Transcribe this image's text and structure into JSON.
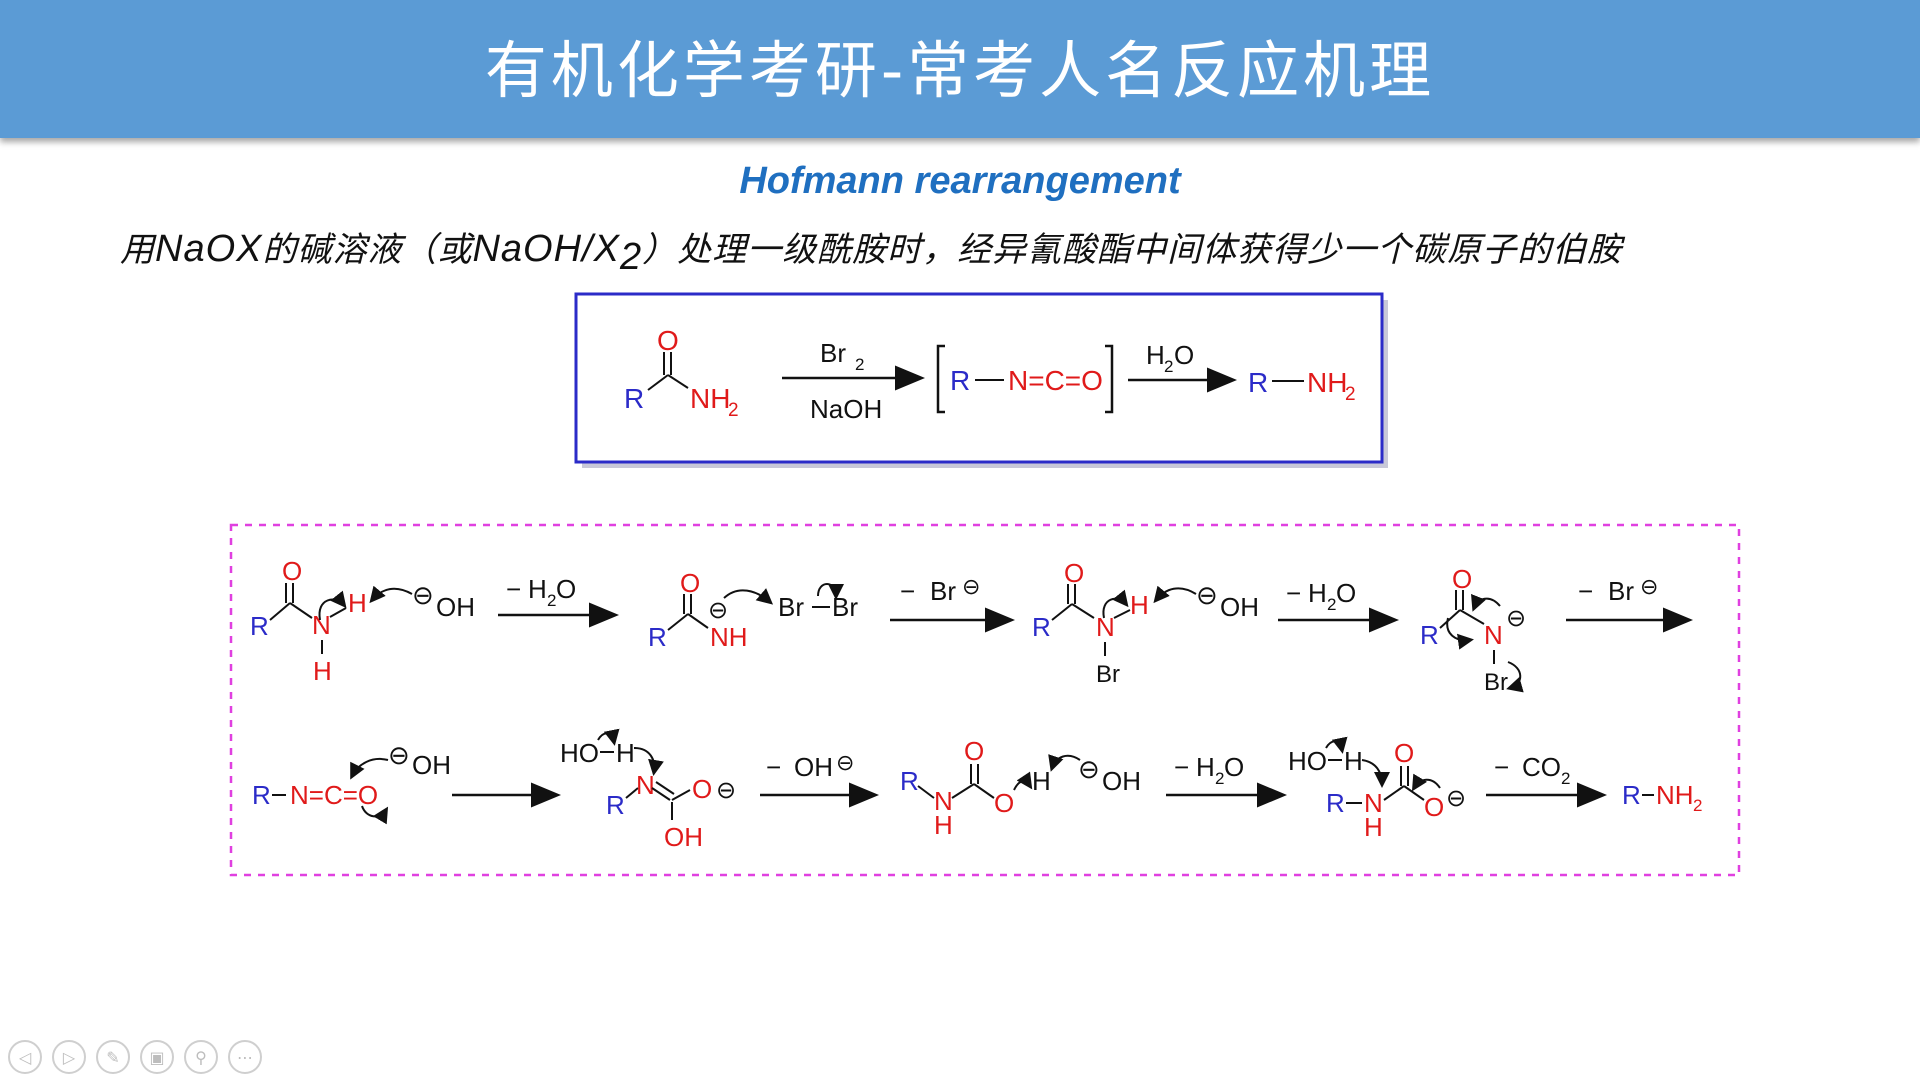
{
  "header": {
    "title": "有机化学考研-常考人名反应机理"
  },
  "subtitle": "Hofmann rearrangement",
  "description": {
    "p1": "用",
    "f1": "NaOX",
    "p2": "的碱溶液（或",
    "f2": "NaOH/X",
    "f2sub": "2",
    "p3": "）处理一级酰胺时，经异氰酸酯中间体获得少一个碳原子的伯胺"
  },
  "overview": {
    "R": "R",
    "O": "O",
    "NH2": "NH",
    "sub2": "2",
    "reagent_top": "Br",
    "reagent_top_sub": "2",
    "reagent_bottom": "NaOH",
    "iso_R": "R",
    "iso_NCO": "N=C=O",
    "water": "H",
    "water_sub": "2",
    "water_O": "O",
    "prod_R": "R",
    "prod_NH2": "NH"
  },
  "mechanism": {
    "R": "R",
    "O": "O",
    "N": "N",
    "H": "H",
    "OH": "OH",
    "NH": "NH",
    "Br": "Br",
    "neg": "⊖",
    "minus": "−",
    "H2O_H": "H",
    "H2O_O": "O",
    "sub2": "2",
    "Br2_a": "Br",
    "Br2_b": "Br",
    "RN": "R",
    "NCO": "N=C=O",
    "HO": "HO",
    "CO": "CO",
    "NH2": "NH"
  },
  "controls": [
    {
      "name": "prev-icon",
      "glyph": "◁"
    },
    {
      "name": "next-icon",
      "glyph": "▷"
    },
    {
      "name": "pen-icon",
      "glyph": "✎"
    },
    {
      "name": "slides-icon",
      "glyph": "▣"
    },
    {
      "name": "zoom-icon",
      "glyph": "⚲"
    },
    {
      "name": "more-icon",
      "glyph": "⋯"
    }
  ],
  "colors": {
    "header": "#5b9bd5",
    "subtitle": "#1f6fc0",
    "blue": "#2b2bc8",
    "red": "#e01a1a",
    "frame": "#2b2bc8",
    "dashed": "#e040e0"
  }
}
